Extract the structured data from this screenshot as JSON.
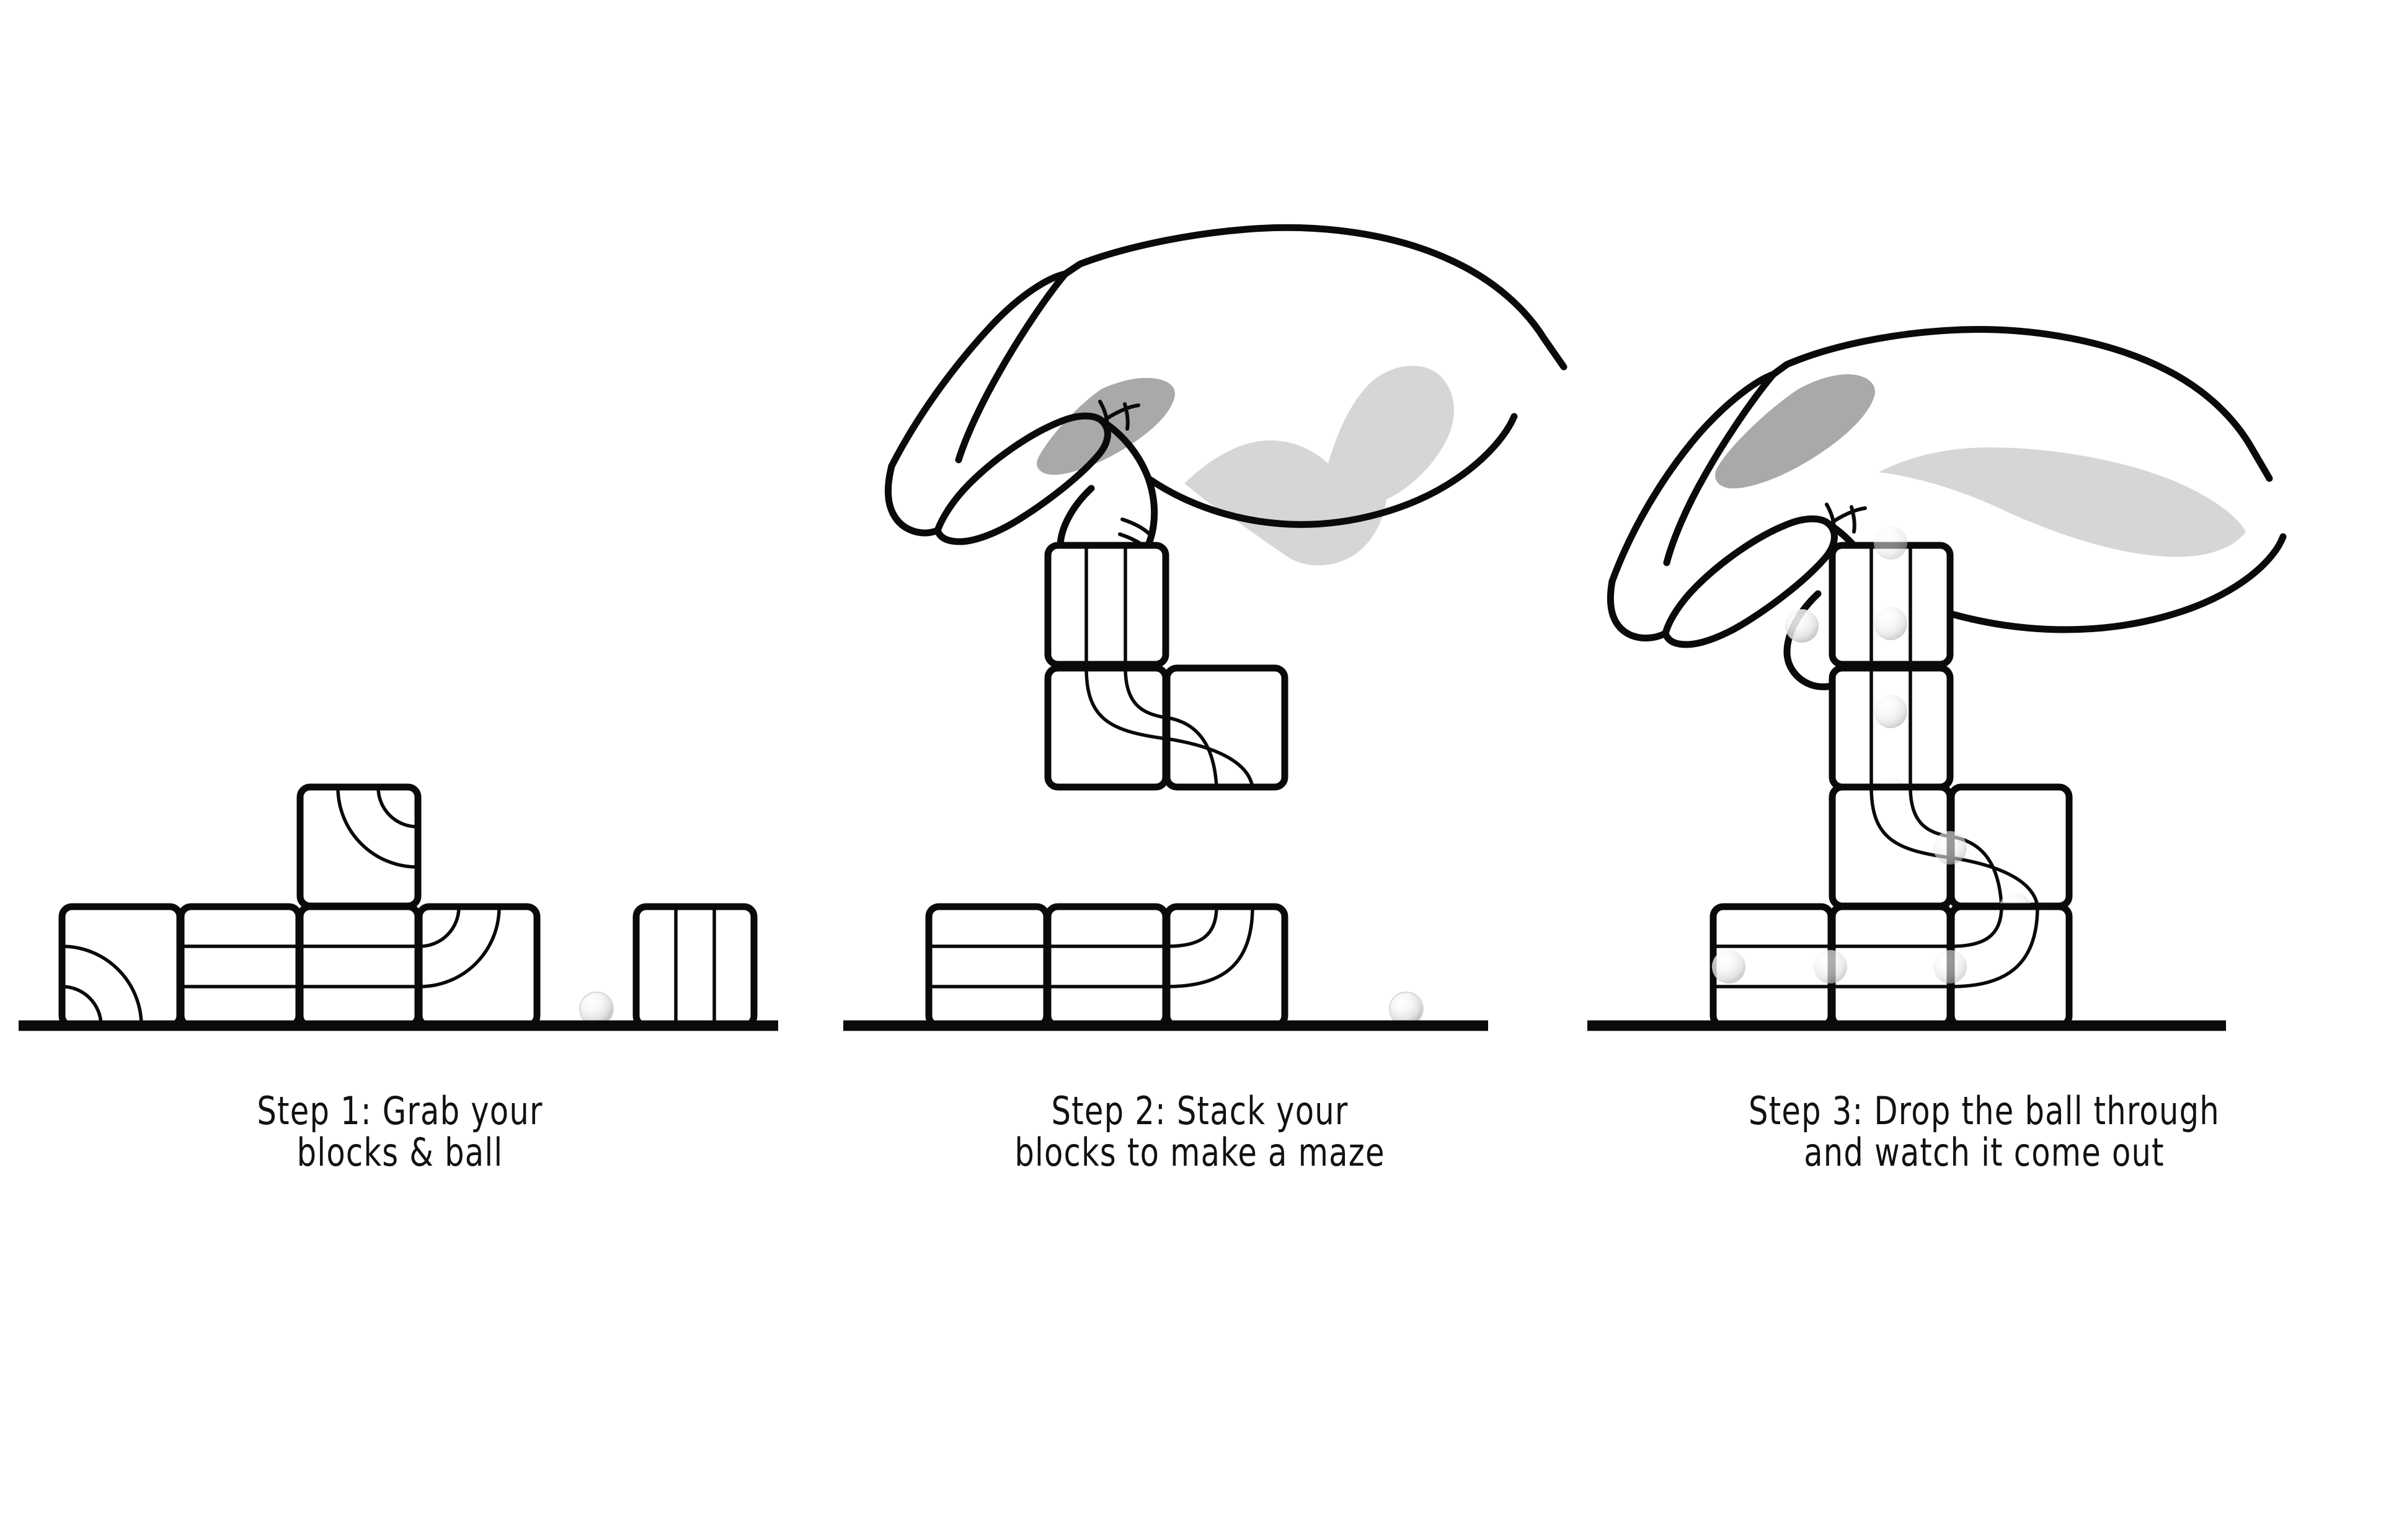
{
  "page": {
    "title": "Block Maze — 3 Step Instructions",
    "background_color": "#ffffff",
    "ink_color": "#0a0a0a",
    "shade_light": "#d6d6d6",
    "shade_mid": "#a9a9a9",
    "ball_color": "#f2f2f2"
  },
  "panels": [
    {
      "id": "step-1",
      "number": "1",
      "caption": "Step 1: Grab your\nblocks & ball",
      "caption_line_1": "Step 1: Grab your",
      "caption_line_2": "blocks & ball",
      "scene_description": "Loose blocks and one ball resting on the ground",
      "blocks": [
        {
          "name": "corner-block-left",
          "pattern": "corner-left-to-bottom",
          "row": "bottom",
          "col": 1
        },
        {
          "name": "horizontal-channel-a",
          "pattern": "horizontal-channel",
          "row": "bottom",
          "col": 2
        },
        {
          "name": "horizontal-channel-b",
          "pattern": "horizontal-channel",
          "row": "bottom",
          "col": 3
        },
        {
          "name": "corner-block-right",
          "pattern": "corner-top-to-left",
          "row": "bottom",
          "col": 4
        },
        {
          "name": "corner-block-stacked",
          "pattern": "corner-top-to-right",
          "row": "upper",
          "col": 3
        },
        {
          "name": "vertical-channel-loose",
          "pattern": "vertical-channel",
          "row": "bottom",
          "col": 6
        }
      ],
      "balls": [
        {
          "name": "loose-ball",
          "state": "resting-on-ground"
        }
      ],
      "hand": null
    },
    {
      "id": "step-2",
      "number": "2",
      "caption": "Step 2: Stack your\nblocks to make a maze",
      "caption_line_1": "Step 2: Stack your",
      "caption_line_2": "blocks to make a maze",
      "scene_description": "A hand places the last vertical-channel block on top of a stacked maze tower",
      "blocks": [
        {
          "name": "horizontal-channel-a",
          "pattern": "horizontal-channel",
          "row": "bottom",
          "col": 1
        },
        {
          "name": "horizontal-channel-b",
          "pattern": "horizontal-channel",
          "row": "bottom",
          "col": 2
        },
        {
          "name": "corner-bottom-right",
          "pattern": "corner-top-to-left",
          "row": "bottom",
          "col": 3
        },
        {
          "name": "corner-mid-left",
          "pattern": "corner-bottom-right-curve",
          "row": "mid",
          "col": 2
        },
        {
          "name": "corner-mid-right",
          "pattern": "corner-left-to-bottom",
          "row": "mid",
          "col": 3
        },
        {
          "name": "vertical-channel-held",
          "pattern": "vertical-channel",
          "row": "held-by-hand",
          "col": 2
        }
      ],
      "balls": [
        {
          "name": "loose-ball",
          "state": "resting-on-ground"
        }
      ],
      "hand": {
        "name": "hand-placing-block",
        "action": "placing",
        "holds": "vertical-channel-held"
      }
    },
    {
      "id": "step-3",
      "number": "3",
      "caption": "Step 3: Drop the ball through\nand watch it come out",
      "caption_line_1": "Step 3: Drop the ball through",
      "caption_line_2": "and watch it come out",
      "scene_description": "A hand drops a ball into the finished tower; the ball's path is traced as ghost balls down through the maze and out the bottom",
      "blocks": [
        {
          "name": "horizontal-channel-a",
          "pattern": "horizontal-channel",
          "row": "bottom",
          "col": 1
        },
        {
          "name": "horizontal-channel-b",
          "pattern": "horizontal-channel",
          "row": "bottom",
          "col": 2
        },
        {
          "name": "corner-bottom-right",
          "pattern": "corner-top-to-left",
          "row": "bottom",
          "col": 3
        },
        {
          "name": "corner-mid-left",
          "pattern": "corner-bottom-right-curve",
          "row": "mid",
          "col": 2
        },
        {
          "name": "corner-mid-right",
          "pattern": "corner-left-to-bottom",
          "row": "mid",
          "col": 3
        },
        {
          "name": "vertical-channel-1",
          "pattern": "vertical-channel",
          "row": "upper",
          "col": 2
        },
        {
          "name": "vertical-channel-2",
          "pattern": "vertical-channel",
          "row": "top",
          "col": 2
        }
      ],
      "balls": [
        {
          "name": "ball-trace-1",
          "state": "in-hand"
        },
        {
          "name": "ball-trace-2",
          "state": "entering-top-block"
        },
        {
          "name": "ball-trace-3",
          "state": "falling-top-block"
        },
        {
          "name": "ball-trace-4",
          "state": "falling-second-block"
        },
        {
          "name": "ball-trace-5",
          "state": "entering-curve"
        },
        {
          "name": "ball-trace-6",
          "state": "mid-s-curve"
        },
        {
          "name": "ball-trace-7",
          "state": "exiting-curve"
        },
        {
          "name": "ball-trace-8",
          "state": "rolling-horizontal-right"
        },
        {
          "name": "ball-trace-9",
          "state": "rolling-horizontal-middle"
        },
        {
          "name": "ball-trace-10",
          "state": "rolling-horizontal-left"
        }
      ],
      "hand": {
        "name": "hand-dropping-ball",
        "action": "dropping",
        "holds": "ball"
      }
    }
  ]
}
